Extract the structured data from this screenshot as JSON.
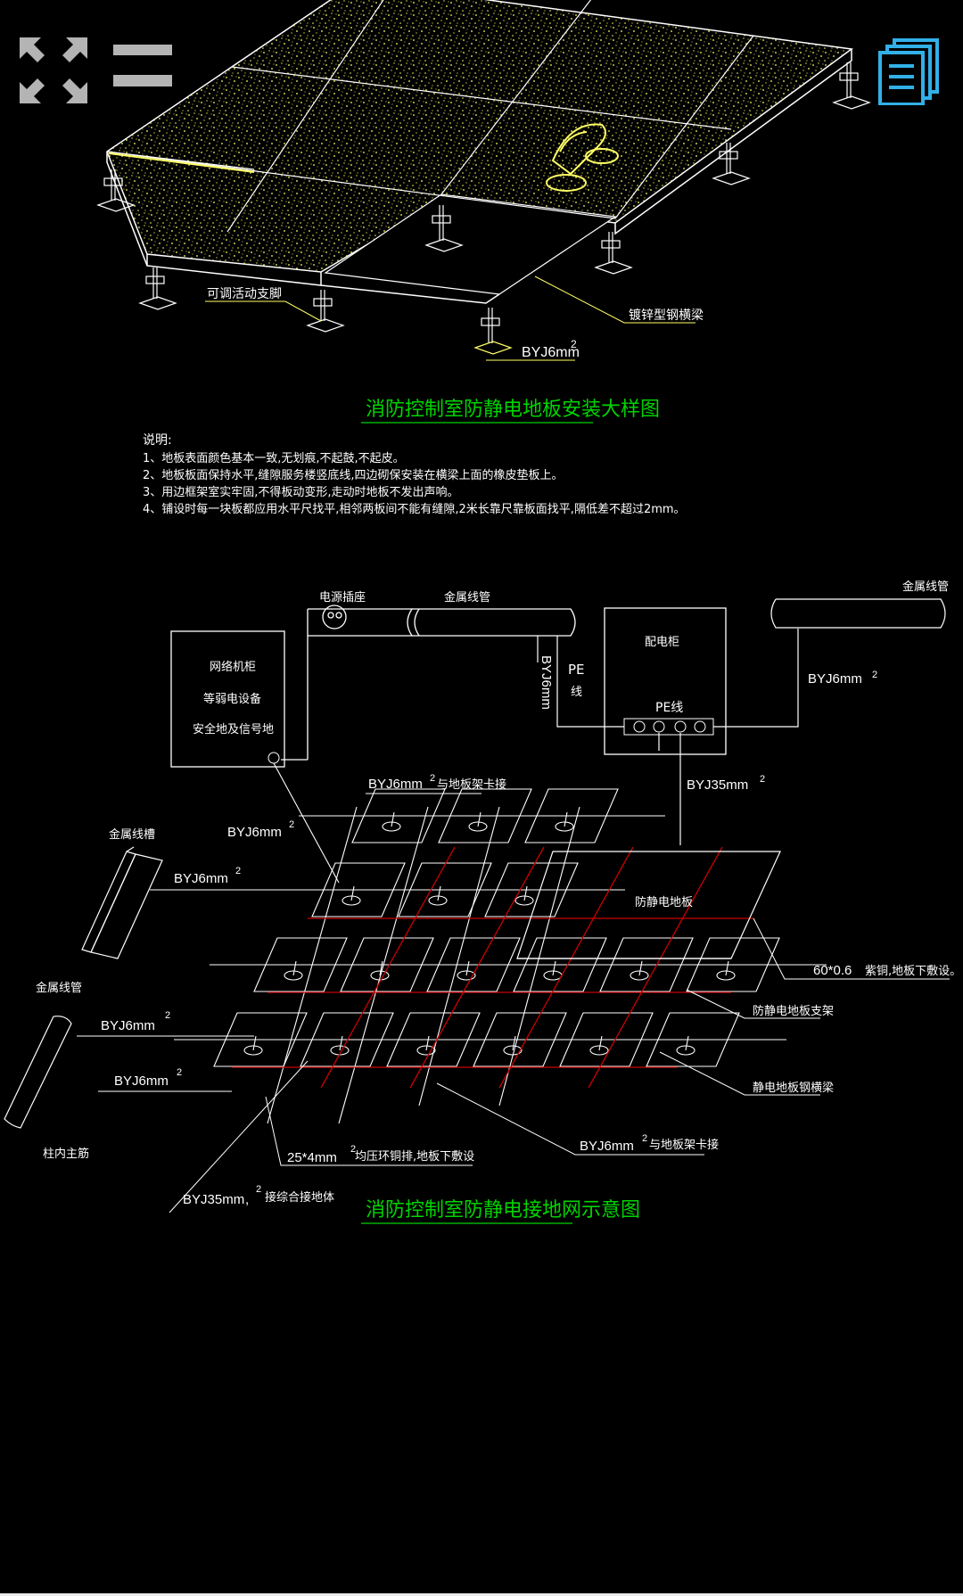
{
  "toolbar": {
    "fullscreen_icon": "expand-arrows-icon",
    "menu_icon": "hamburger-menu-icon",
    "layers_icon": "stacked-pages-icon"
  },
  "colors": {
    "background": "#000000",
    "line_white": "#ffffff",
    "accent_green": "#00d400",
    "accent_yellow": "#ffff66",
    "accent_red": "#cc0000",
    "icon_gray": "#b4b4b4",
    "icon_blue": "#32b0e8"
  },
  "drawing1": {
    "label_support": "可调活动支脚",
    "label_beam": "镀锌型钢横梁",
    "label_wire": "BYJ6mm",
    "label_sup2": "2",
    "title": "消防控制室防静电地板安装大样图"
  },
  "notes": {
    "heading": "说明:",
    "lines": [
      "1、地板表面颜色基本一致,无划痕,不起鼓,不起皮。",
      "2、地板板面保持水平,缝隙服务楼竖底线,四边砌保安装在横梁上面的橡皮垫板上。",
      "3、用边框架室实牢固,不得板动变形,走动时地板不发出声响。",
      "4、铺设时每一块板都应用水平尺找平,相邻两板间不能有缝隙,2米长靠尺靠板面找平,隔低差不超过2mm。"
    ]
  },
  "drawing2": {
    "socket": "电源插座",
    "conduit_left": "金属线管",
    "conduit_right": "金属线管",
    "cabinet_lines": [
      "网络机柜",
      "等弱电设备",
      "安全地及信号地"
    ],
    "panel": "配电柜",
    "pe_label": "PE",
    "pe_label2": "线",
    "pe_bar": "PE线",
    "byj6_v": "BYJ6mm",
    "byj6_right": "BYJ6mm",
    "byj35_top": "BYJ35mm",
    "byj6_clip": "BYJ6mm",
    "clip_text": "与地板架卡接",
    "trough": "金属线槽",
    "byj6_a": "BYJ6mm",
    "byj6_b": "BYJ6mm",
    "floor_label": "防静电地板",
    "strip": "60*0.6",
    "strip_text": "紫铜,地板下敷设。",
    "conduit_mid": "金属线管",
    "byj6_c": "BYJ6mm",
    "byj6_d": "BYJ6mm",
    "support_label": "防静电地板支架",
    "beam_label": "静电地板钢横梁",
    "byj6_bottom": "BYJ6mm",
    "bottom_clip_text": "与地板架卡接",
    "column_label": "柱内主筋",
    "copper": "25*4mm",
    "copper_text": "均压环铜排,地板下敷设",
    "byj35_bottom": "BYJ35mm",
    "byj35_text": "接综合接地体",
    "comma": ",",
    "sup2": "2",
    "title": "消防控制室防静电接地网示意图"
  }
}
